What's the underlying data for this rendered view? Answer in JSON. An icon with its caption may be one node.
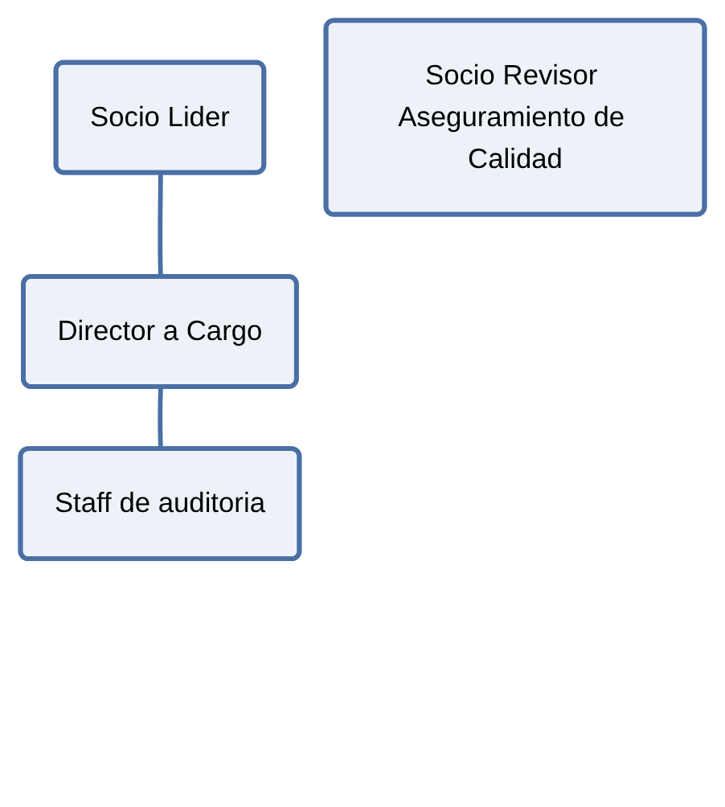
{
  "diagram": {
    "nodes": [
      {
        "text": [
          "Socio Lider"
        ]
      },
      {
        "text": [
          "Socio Revisor Aseguramiento de Calidad"
        ]
      },
      {
        "text": [
          "Director a Cargo"
        ]
      },
      {
        "text": [
          "Staff de auditoria"
        ]
      }
    ],
    "edges": [
      {
        "from": 0,
        "to": 2,
        "arrow": "none"
      },
      {
        "from": 2,
        "to": 3,
        "arrow": "none"
      }
    ]
  }
}
